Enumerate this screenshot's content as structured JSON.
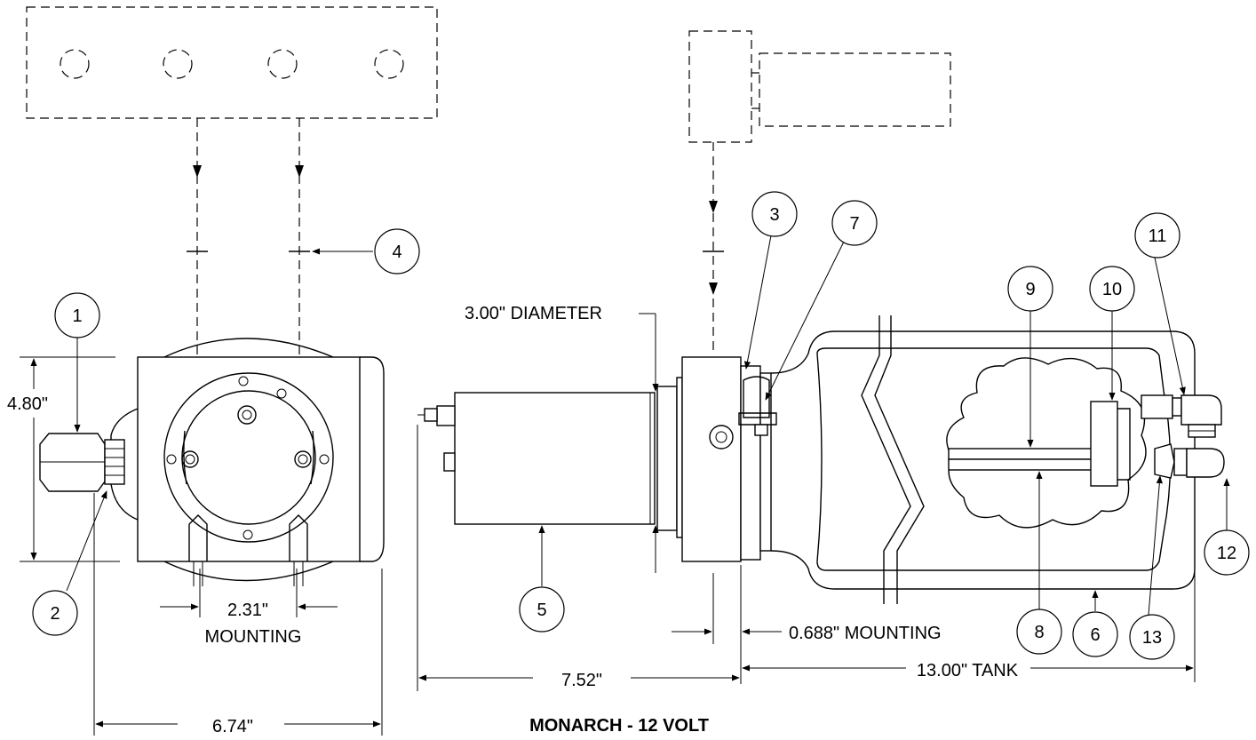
{
  "title": "MONARCH - 12 VOLT",
  "dimensions": {
    "height": "4.80\"",
    "mounting_width": "2.31\"",
    "mounting_word": "MOUNTING",
    "overall_width": "6.74\"",
    "motor_diameter": "3.00\" DIAMETER",
    "flange_mounting": "0.688\" MOUNTING",
    "motor_length": "7.52\"",
    "tank_length": "13.00\" TANK"
  },
  "balloons": [
    "1",
    "2",
    "3",
    "4",
    "5",
    "6",
    "7",
    "8",
    "9",
    "10",
    "11",
    "12",
    "13"
  ]
}
